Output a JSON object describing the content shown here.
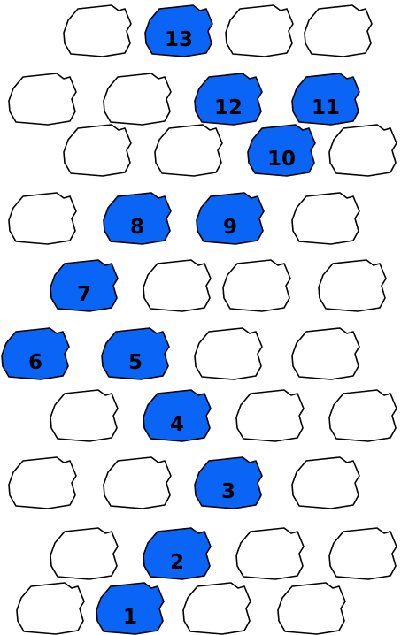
{
  "colors": {
    "background": "#ffffff",
    "numbered_fill": "#0a64f5",
    "plain_fill": "#ffffff",
    "outline": "#000000"
  },
  "stones": [
    {
      "label": "13",
      "filled": true
    },
    {
      "label": "12",
      "filled": true
    },
    {
      "label": "11",
      "filled": true
    },
    {
      "label": "10",
      "filled": true
    },
    {
      "label": "8",
      "filled": true
    },
    {
      "label": "9",
      "filled": true
    },
    {
      "label": "7",
      "filled": true
    },
    {
      "label": "6",
      "filled": true
    },
    {
      "label": "5",
      "filled": true
    },
    {
      "label": "4",
      "filled": true
    },
    {
      "label": "3",
      "filled": true
    },
    {
      "label": "2",
      "filled": true
    },
    {
      "label": "1",
      "filled": true
    },
    {
      "label": "",
      "filled": false
    },
    {
      "label": "",
      "filled": false
    },
    {
      "label": "",
      "filled": false
    },
    {
      "label": "",
      "filled": false
    },
    {
      "label": "",
      "filled": false
    },
    {
      "label": "",
      "filled": false
    },
    {
      "label": "",
      "filled": false
    },
    {
      "label": "",
      "filled": false
    },
    {
      "label": "",
      "filled": false
    },
    {
      "label": "",
      "filled": false
    },
    {
      "label": "",
      "filled": false
    },
    {
      "label": "",
      "filled": false
    },
    {
      "label": "",
      "filled": false
    },
    {
      "label": "",
      "filled": false
    },
    {
      "label": "",
      "filled": false
    },
    {
      "label": "",
      "filled": false
    },
    {
      "label": "",
      "filled": false
    },
    {
      "label": "",
      "filled": false
    },
    {
      "label": "",
      "filled": false
    },
    {
      "label": "",
      "filled": false
    },
    {
      "label": "",
      "filled": false
    },
    {
      "label": "",
      "filled": false
    },
    {
      "label": "",
      "filled": false
    },
    {
      "label": "",
      "filled": false
    },
    {
      "label": "",
      "filled": false
    },
    {
      "label": "",
      "filled": false
    },
    {
      "label": "",
      "filled": false
    }
  ]
}
